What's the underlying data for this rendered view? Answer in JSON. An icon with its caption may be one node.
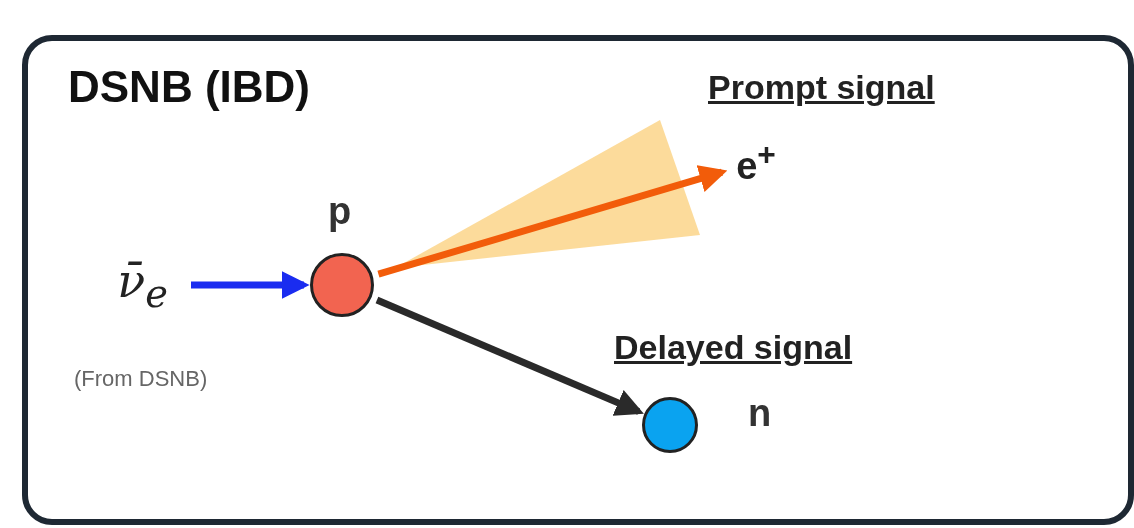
{
  "diagram": {
    "title": "DSNB (IBD)",
    "nodes": [
      {
        "text": [
          "ν̄$_{e}$"
        ],
        "beside": [
          "(From DSNB)"
        ]
      },
      {
        "text": [],
        "shape": "circle",
        "beside": [
          "p"
        ]
      },
      {
        "text": [
          "e$^{+}$"
        ],
        "beside": [
          "Prompt signal"
        ]
      },
      {
        "text": [],
        "shape": "circle",
        "beside": [
          "n",
          "Delayed signal"
        ]
      }
    ],
    "edges": [
      {
        "from": 0,
        "to": 1,
        "arrow": "to",
        "color": "#1a2cf0"
      },
      {
        "from": 1,
        "to": 2,
        "arrow": "to",
        "color": "#f25c0a"
      },
      {
        "from": 1,
        "to": 3,
        "arrow": "to",
        "color": "#2a2a2a"
      }
    ]
  }
}
